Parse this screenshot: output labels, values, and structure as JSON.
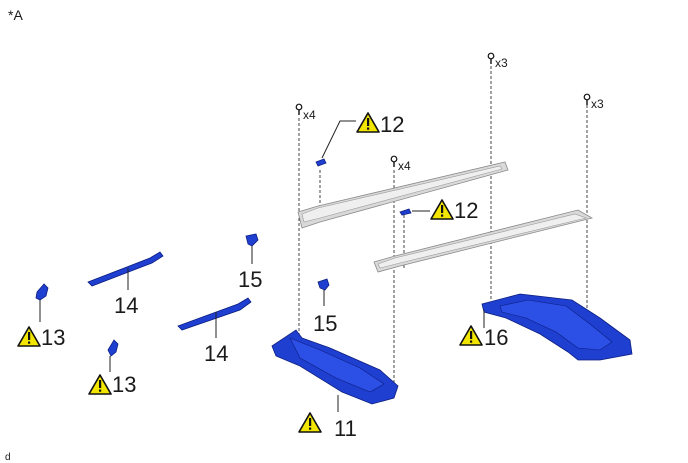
{
  "corner_label": "*A",
  "footer_label": "d",
  "callouts": {
    "c11": "11",
    "c12a": "12",
    "c12b": "12",
    "c13a": "13",
    "c13b": "13",
    "c14a": "14",
    "c14b": "14",
    "c15a": "15",
    "c15b": "15",
    "c16": "16"
  },
  "quantities": {
    "q1": "x4",
    "q2": "x4",
    "q3": "x3",
    "q4": "x3"
  },
  "colors": {
    "part_blue": "#1f3fd1",
    "rail_gray": "#d9d9d9",
    "warning_yellow": "#f2e600"
  },
  "icons": [
    "warning-icon",
    "bolt-icon"
  ]
}
